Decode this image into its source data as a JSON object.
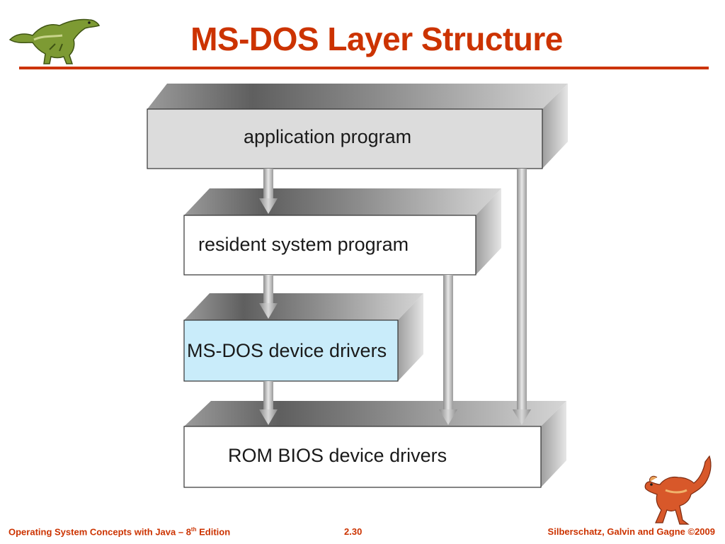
{
  "slide": {
    "title": "MS-DOS Layer Structure"
  },
  "diagram": {
    "layers": [
      {
        "id": "application-program",
        "label": "application program",
        "fill": "#dcdcdc"
      },
      {
        "id": "resident-system-program",
        "label": "resident system program",
        "fill": "#ffffff"
      },
      {
        "id": "ms-dos-device-drivers",
        "label": "MS-DOS device drivers",
        "fill": "#c9ecfa"
      },
      {
        "id": "rom-bios-device-drivers",
        "label": "ROM BIOS device drivers",
        "fill": "#ffffff"
      }
    ],
    "arrows": [
      {
        "from": "application program",
        "to": "resident system program"
      },
      {
        "from": "resident system program",
        "to": "MS-DOS device drivers"
      },
      {
        "from": "MS-DOS device drivers",
        "to": "ROM BIOS device drivers"
      },
      {
        "from": "resident system program",
        "to": "ROM BIOS device drivers"
      },
      {
        "from": "application program",
        "to": "ROM BIOS device drivers"
      }
    ]
  },
  "footer": {
    "book_prefix": "Operating System Concepts with Java – 8",
    "book_sup": "th",
    "book_suffix": " Edition",
    "page_number": "2.30",
    "copyright": "Silberschatz, Galvin and Gagne ©2009"
  },
  "colors": {
    "accent": "#cc3300"
  },
  "icons": [
    "dinosaur-top-left",
    "dinosaur-bottom-right"
  ]
}
